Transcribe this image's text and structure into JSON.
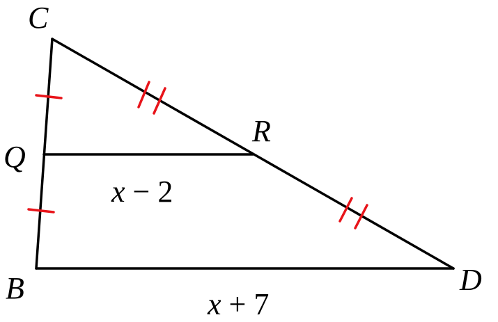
{
  "vertices": {
    "C": "C",
    "Q": "Q",
    "R": "R",
    "B": "B",
    "D": "D"
  },
  "segments": {
    "QR": {
      "var": "x",
      "rest": " − 2"
    },
    "BD": {
      "var": "x",
      "rest": " + 7"
    }
  },
  "colors": {
    "lines": "#000000",
    "tick_marks": "#e8141a",
    "background": "#ffffff"
  }
}
